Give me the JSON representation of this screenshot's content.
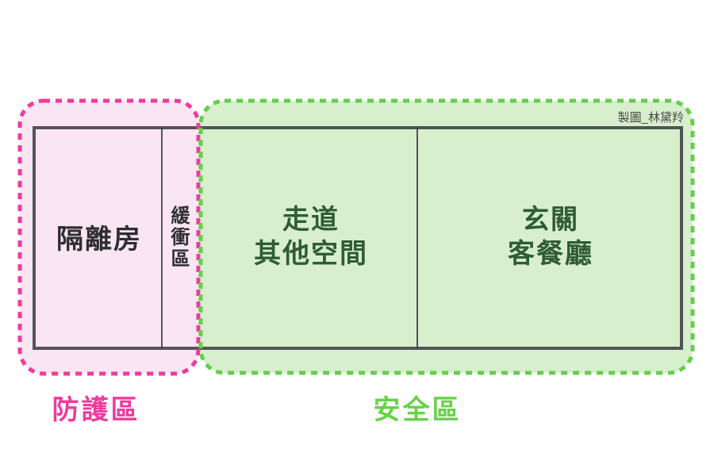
{
  "diagram": {
    "credit": "製圖_林黛羚",
    "zones": {
      "protection": {
        "label": "防護區",
        "rooms": {
          "isolation": "隔離房",
          "buffer": "緩衝區"
        }
      },
      "safe": {
        "label": "安全區",
        "rooms": {
          "corridor": "走道\n其他空間",
          "entry": "玄關\n客餐廳"
        }
      }
    },
    "colors": {
      "protection_fill": "#f9e6f2",
      "protection_border": "#ef3a9d",
      "protection_label": "#ef3a9d",
      "safe_fill": "#d8efcd",
      "safe_border": "#62d049",
      "safe_label": "#67d24a",
      "plan_line": "#38383e",
      "room_text_dark": "#2e2e32",
      "room_text_green": "#2f5c33",
      "credit_text": "#474747"
    }
  }
}
